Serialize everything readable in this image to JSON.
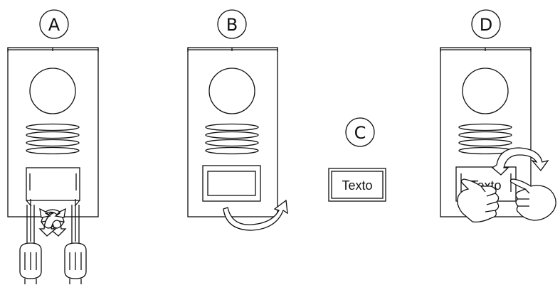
{
  "steps": [
    {
      "label": "A"
    },
    {
      "label": "B"
    },
    {
      "label": "C"
    },
    {
      "label": "D"
    }
  ],
  "insert_text": "Texto",
  "colors": {
    "line": "#111111",
    "background": "#ffffff"
  }
}
